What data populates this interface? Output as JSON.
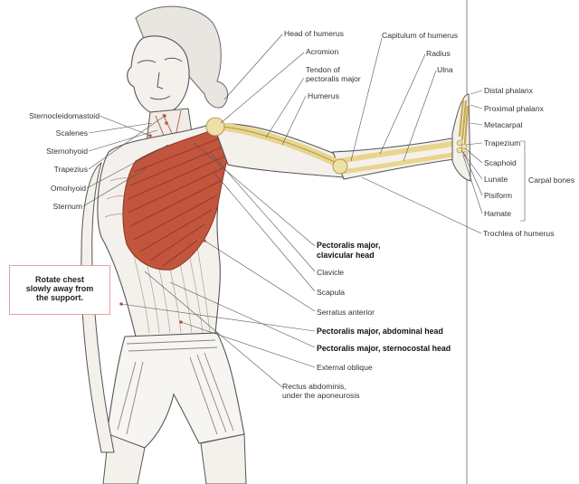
{
  "labels_right_top": {
    "head_of_humerus": "Head of humerus",
    "acromion": "Acromion",
    "tendon_pectoralis_1": "Tendon of",
    "tendon_pectoralis_2": "pectoralis major",
    "humerus": "Humerus",
    "capitulum": "Capitulum of humerus",
    "radius": "Radius",
    "ulna": "Ulna"
  },
  "labels_hand": {
    "distal_phalanx": "Distal phalanx",
    "proximal_phalanx": "Proximal phalanx",
    "metacarpal": "Metacarpal",
    "trapezium": "Trapezium",
    "scaphoid": "Scaphoid",
    "lunate": "Lunate",
    "pisiform": "Pisiform",
    "hamate": "Hamate",
    "carpal_bones": "Carpal bones",
    "trochlea": "Trochlea of humerus"
  },
  "labels_left": {
    "sternocleidomastoid": "Sternocleidomastoid",
    "scalenes": "Scalenes",
    "sternohyoid": "Sternohyoid",
    "trapezius": "Trapezius",
    "omohyoid": "Omohyoid",
    "sternum": "Sternum"
  },
  "labels_center": {
    "pec_clavicular_1": "Pectoralis major,",
    "pec_clavicular_2": "clavicular head",
    "clavicle": "Clavicle",
    "scapula": "Scapula",
    "serratus": "Serratus anterior",
    "pec_abdominal": "Pectoralis major, abdominal head",
    "pec_sternocostal": "Pectoralis major, sternocostal head",
    "external_oblique": "External oblique",
    "rectus_1": "Rectus abdominis,",
    "rectus_2": "under the aponeurosis"
  },
  "note": {
    "line1": "Rotate chest",
    "line2": "slowly away from",
    "line3": "the support."
  },
  "colors": {
    "muscle": "#c2553e",
    "muscle_dark": "#8e3322",
    "bone": "#efe0a6",
    "skin": "#f4f1ec",
    "line": "#555555",
    "note_border": "#e6a0a0"
  }
}
